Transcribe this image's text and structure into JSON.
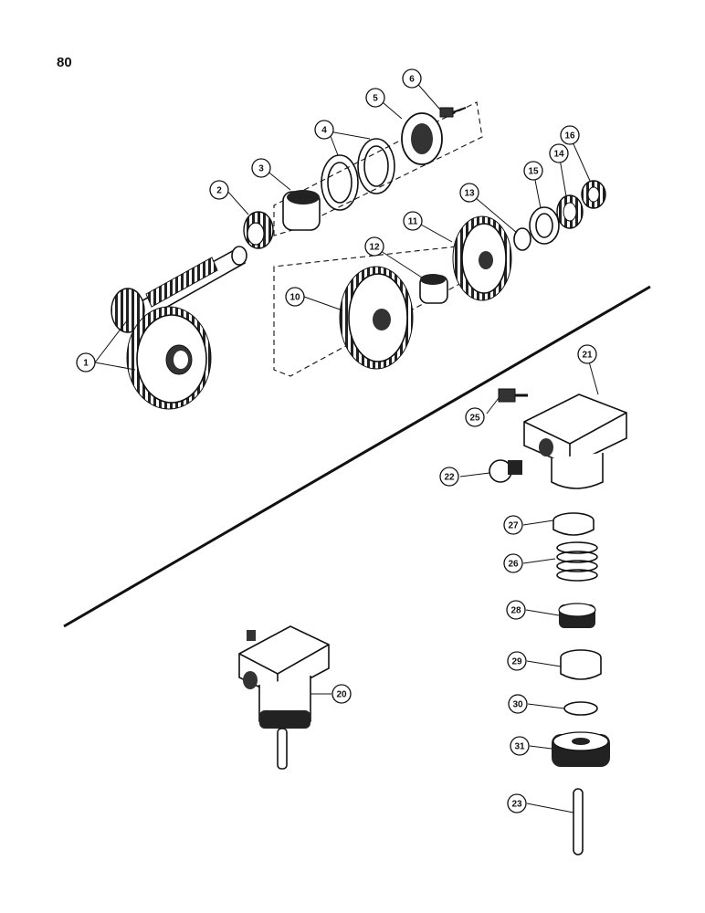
{
  "page": {
    "number": "80"
  },
  "callouts": [
    {
      "label": "1"
    },
    {
      "label": "2"
    },
    {
      "label": "3"
    },
    {
      "label": "4"
    },
    {
      "label": "5"
    },
    {
      "label": "6"
    },
    {
      "label": "10"
    },
    {
      "label": "11"
    },
    {
      "label": "12"
    },
    {
      "label": "13"
    },
    {
      "label": "14"
    },
    {
      "label": "15"
    },
    {
      "label": "16"
    },
    {
      "label": "21"
    },
    {
      "label": "25"
    },
    {
      "label": "22"
    },
    {
      "label": "27"
    },
    {
      "label": "26"
    },
    {
      "label": "28"
    },
    {
      "label": "29"
    },
    {
      "label": "30"
    },
    {
      "label": "31"
    },
    {
      "label": "23"
    },
    {
      "label": "20"
    }
  ]
}
